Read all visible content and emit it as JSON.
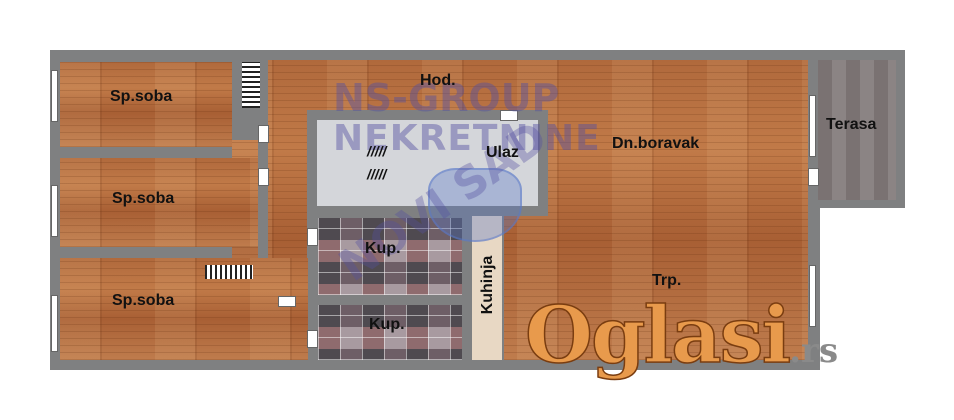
{
  "rooms": {
    "bedroom1": "Sp.soba",
    "bedroom2": "Sp.soba",
    "bedroom3": "Sp.soba",
    "hallway": "Hod.",
    "entrance": "Ulaz",
    "living": "Dn.boravak",
    "terrace": "Terasa",
    "bath1": "Kup.",
    "bath2": "Kup.",
    "kitchen": "Kuhinja",
    "dining": "Trp."
  },
  "marks": {
    "hatch1": "/////",
    "hatch2": "/////"
  },
  "watermark": {
    "line1": "NS-GROUP",
    "line2": "NEKRETNINE",
    "city": "NOVI SAD"
  },
  "logo": {
    "main": "Oglasi",
    "suffix": ".rs"
  }
}
